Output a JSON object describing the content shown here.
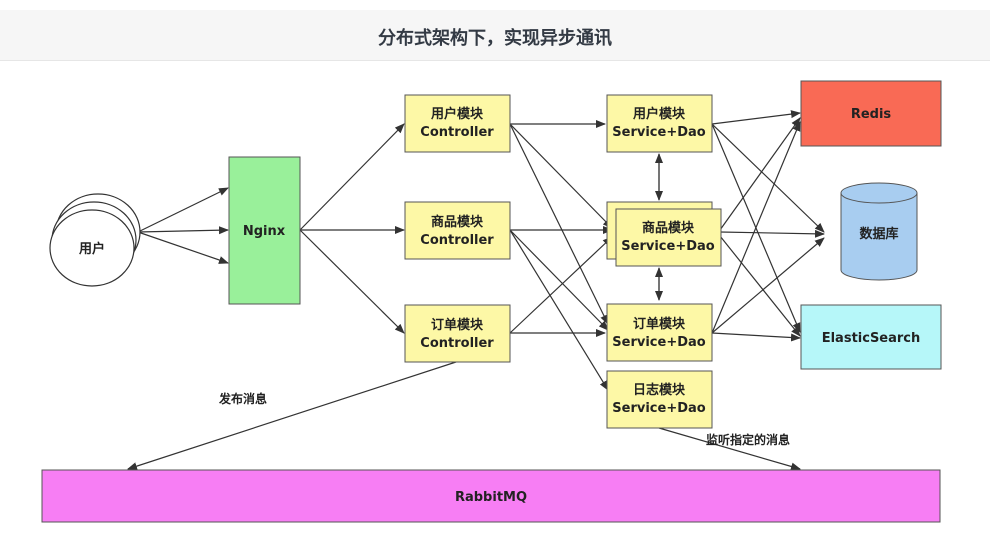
{
  "title": "分布式架构下，实现异步通讯",
  "nodes": {
    "user": "用户",
    "nginx": "Nginx",
    "user_ctrl": [
      "用户模块",
      "Controller"
    ],
    "goods_ctrl": [
      "商品模块",
      "Controller"
    ],
    "order_ctrl": [
      "订单模块",
      "Controller"
    ],
    "user_svc": [
      "用户模块",
      "Service+Dao"
    ],
    "goods_svc": [
      "商品模块",
      "Service+Dao"
    ],
    "order_svc": [
      "订单模块",
      "Service+Dao"
    ],
    "log_svc": [
      "日志模块",
      "Service+Dao"
    ],
    "redis": "Redis",
    "db": "数据库",
    "es": "ElasticSearch",
    "mq": "RabbitMQ"
  },
  "edge_labels": {
    "publish": "发布消息",
    "listen": "监听指定的消息"
  },
  "colors": {
    "nginx": "#99f09a",
    "module": "#fdf8a6",
    "redis": "#f96a55",
    "db": "#a8cdf0",
    "es": "#b6f7f9",
    "mq": "#f77ef4"
  }
}
